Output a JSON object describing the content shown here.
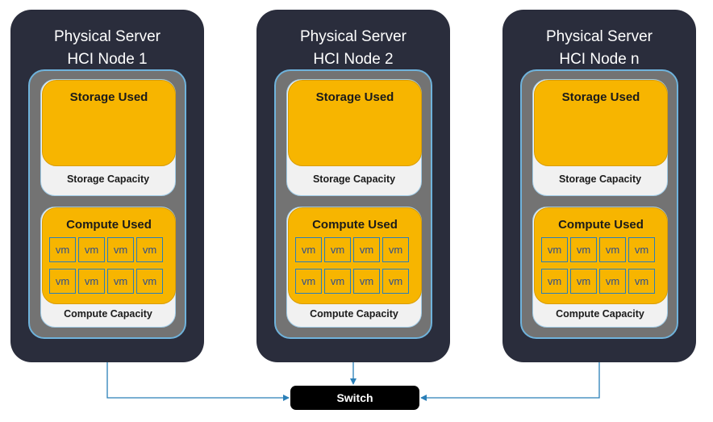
{
  "nodes": [
    {
      "title_line1": "Physical Server",
      "title_line2": "HCI Node 1",
      "storage_used": "Storage Used",
      "storage_capacity": "Storage Capacity",
      "compute_used": "Compute Used",
      "compute_capacity": "Compute Capacity",
      "vms": [
        "vm",
        "vm",
        "vm",
        "vm",
        "vm",
        "vm",
        "vm",
        "vm"
      ]
    },
    {
      "title_line1": "Physical Server",
      "title_line2": "HCI Node 2",
      "storage_used": "Storage Used",
      "storage_capacity": "Storage Capacity",
      "compute_used": "Compute Used",
      "compute_capacity": "Compute Capacity",
      "vms": [
        "vm",
        "vm",
        "vm",
        "vm",
        "vm",
        "vm",
        "vm",
        "vm"
      ]
    },
    {
      "title_line1": "Physical Server",
      "title_line2": "HCI Node n",
      "storage_used": "Storage Used",
      "storage_capacity": "Storage Capacity",
      "compute_used": "Compute Used",
      "compute_capacity": "Compute Capacity",
      "vms": [
        "vm",
        "vm",
        "vm",
        "vm",
        "vm",
        "vm",
        "vm",
        "vm"
      ]
    }
  ],
  "switch_label": "Switch",
  "colors": {
    "server": "#2a2d3c",
    "inner": "#737373",
    "used": "#f7b500",
    "capacity": "#f1f1f1",
    "connector": "#2a7fb8",
    "switch": "#000000"
  }
}
